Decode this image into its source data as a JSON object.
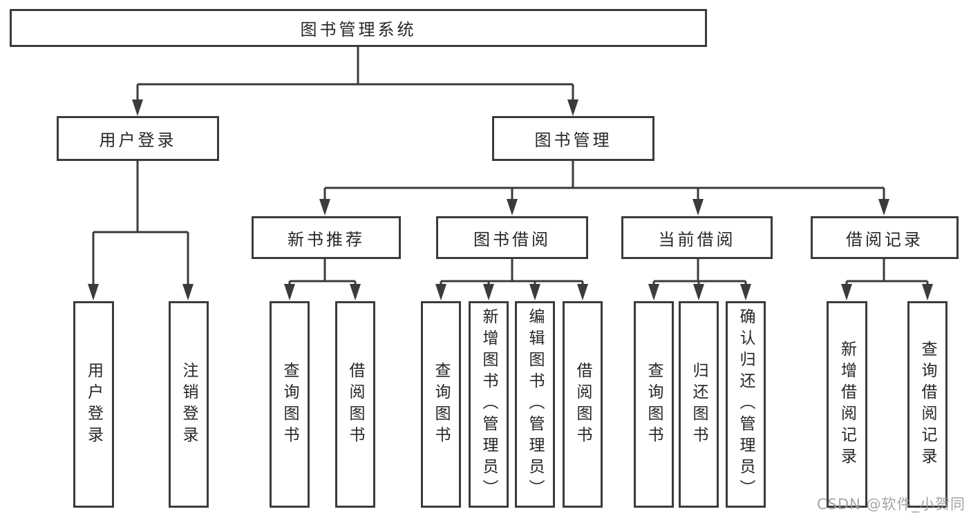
{
  "diagram": {
    "type": "hierarchy-tree",
    "tree": {
      "label": "图书管理系统",
      "children": [
        {
          "label": "用户登录",
          "children": [
            {
              "label": "用户登录"
            },
            {
              "label": "注销登录"
            }
          ]
        },
        {
          "label": "图书管理",
          "children": [
            {
              "label": "新书推荐",
              "children": [
                {
                  "label": "查询图书"
                },
                {
                  "label": "借阅图书"
                }
              ]
            },
            {
              "label": "图书借阅",
              "children": [
                {
                  "label": "查询图书"
                },
                {
                  "label": "新增图书（管理员）"
                },
                {
                  "label": "编辑图书（管理员）"
                },
                {
                  "label": "借阅图书"
                }
              ]
            },
            {
              "label": "当前借阅",
              "children": [
                {
                  "label": "查询图书"
                },
                {
                  "label": "归还图书"
                },
                {
                  "label": "确认归还（管理员）"
                }
              ]
            },
            {
              "label": "借阅记录",
              "children": [
                {
                  "label": "新增借阅记录"
                },
                {
                  "label": "查询借阅记录"
                }
              ]
            }
          ]
        }
      ]
    },
    "colors": {
      "line": "#3b3b3b",
      "text": "#262626",
      "background": "#ffffff",
      "watermark": "#9c9c9c"
    }
  },
  "watermark": {
    "text": "CSDN @软件_小贺同学"
  }
}
